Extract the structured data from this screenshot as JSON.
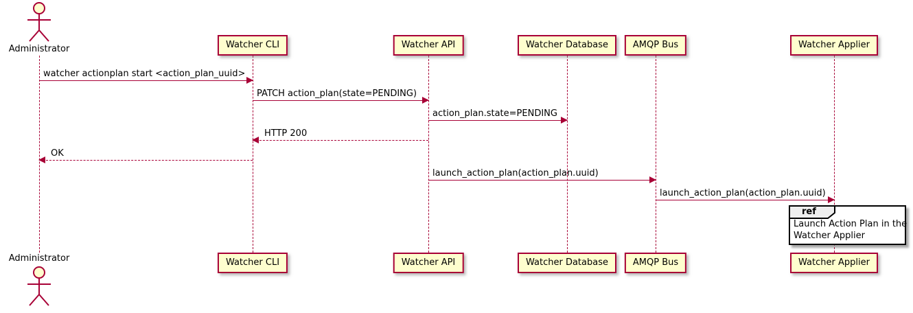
{
  "diagram_type": "uml-sequence",
  "colors": {
    "accent": "#A80036",
    "participant_fill": "#FEFECE",
    "ref_header_fill": "#EEEEEE",
    "ref_border": "#000000",
    "background": "#FFFFFF"
  },
  "actor": {
    "name": "Administrator"
  },
  "participants": [
    {
      "name": "Watcher CLI"
    },
    {
      "name": "Watcher API"
    },
    {
      "name": "Watcher Database"
    },
    {
      "name": "AMQP Bus"
    },
    {
      "name": "Watcher Applier"
    }
  ],
  "messages": [
    {
      "from": "Administrator",
      "to": "Watcher CLI",
      "label": "watcher actionplan start <action_plan_uuid>",
      "style": "solid",
      "direction": "right"
    },
    {
      "from": "Watcher CLI",
      "to": "Watcher API",
      "label": "PATCH action_plan(state=PENDING)",
      "style": "solid",
      "direction": "right"
    },
    {
      "from": "Watcher API",
      "to": "Watcher Database",
      "label": "action_plan.state=PENDING",
      "style": "solid",
      "direction": "right"
    },
    {
      "from": "Watcher API",
      "to": "Watcher CLI",
      "label": "HTTP 200",
      "style": "dashed",
      "direction": "left"
    },
    {
      "from": "Watcher CLI",
      "to": "Administrator",
      "label": "OK",
      "style": "dashed",
      "direction": "left"
    },
    {
      "from": "Watcher API",
      "to": "AMQP Bus",
      "label": "launch_action_plan(action_plan.uuid)",
      "style": "solid",
      "direction": "right"
    },
    {
      "from": "AMQP Bus",
      "to": "Watcher Applier",
      "label": "launch_action_plan(action_plan.uuid)",
      "style": "solid",
      "direction": "right"
    }
  ],
  "ref": {
    "keyword": "ref",
    "line1": "Launch Action Plan in the",
    "line2": "Watcher Applier"
  }
}
